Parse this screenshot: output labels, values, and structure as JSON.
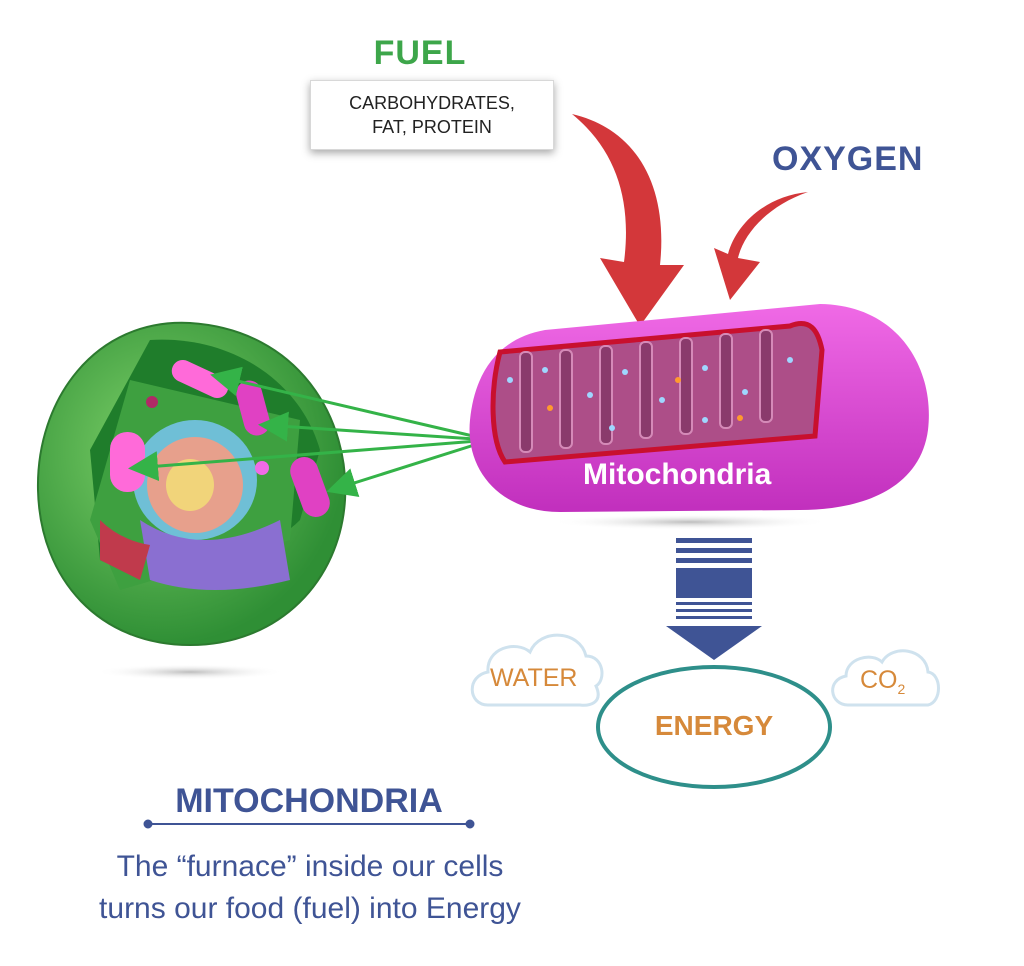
{
  "fuel": {
    "title": "FUEL",
    "line1": "CARBOHYDRATES,",
    "line2": "FAT, PROTEIN"
  },
  "oxygen": "OXYGEN",
  "mitochondria_label": "Mitochondria",
  "outputs": {
    "water": "WATER",
    "co2_main": "CO",
    "co2_sub": "2",
    "energy": "ENERGY"
  },
  "footer": {
    "title": "MITOCHONDRIA",
    "line1": "The “furnace” inside our cells",
    "line2": "turns our food (fuel) into Energy"
  },
  "colors": {
    "fuel_green": "#3da64a",
    "navy": "#3f5495",
    "arrow_red": "#d3373a",
    "mito_magenta": "#e04bd6",
    "orange": "#d6893a",
    "energy_ring": "#2e8f8a"
  }
}
